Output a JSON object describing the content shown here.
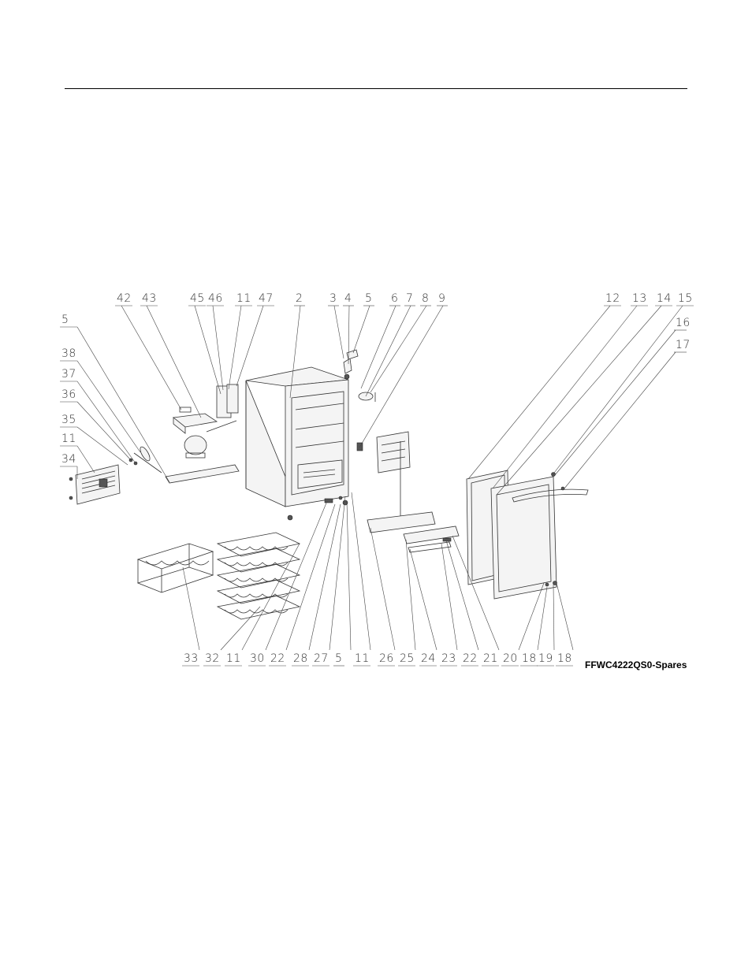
{
  "diagram": {
    "caption": "FFWC4222QS0-Spares",
    "callouts_top": [
      "42",
      "43",
      "45",
      "46",
      "11",
      "47",
      "2",
      "3",
      "4",
      "5",
      "6",
      "7",
      "8",
      "9",
      "12",
      "13",
      "14",
      "15"
    ],
    "callouts_left": [
      "5",
      "38",
      "37",
      "36",
      "35",
      "11",
      "34"
    ],
    "callouts_right": [
      "16",
      "17"
    ],
    "callouts_bottom": [
      "33",
      "32",
      "11",
      "30",
      "22",
      "28",
      "27",
      "5",
      "11",
      "26",
      "25",
      "24",
      "23",
      "22",
      "21",
      "20",
      "18",
      "19",
      "18"
    ]
  }
}
